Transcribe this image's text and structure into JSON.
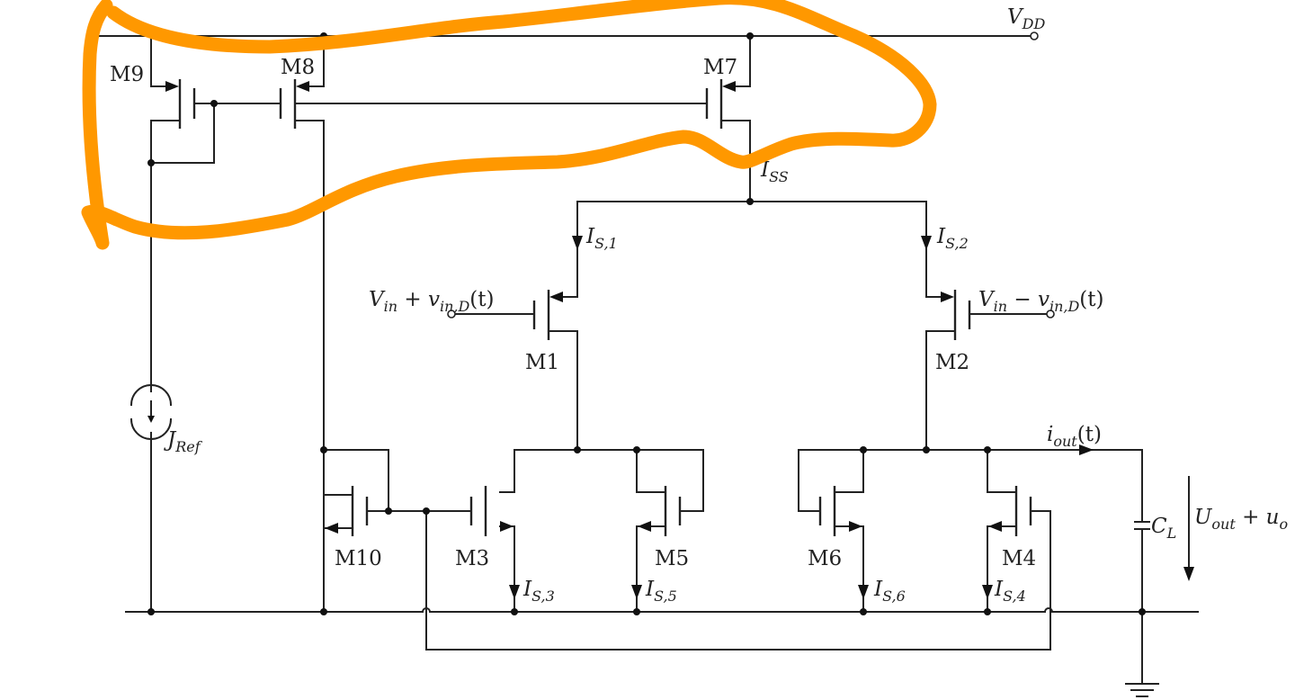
{
  "diagram": {
    "type": "circuit-schematic",
    "title": "CMOS OTA with current mirror bias",
    "supply": {
      "label": "V",
      "sub": "DD"
    },
    "transistors": [
      {
        "id": "M1",
        "label": "M1"
      },
      {
        "id": "M2",
        "label": "M2"
      },
      {
        "id": "M3",
        "label": "M3"
      },
      {
        "id": "M4",
        "label": "M4"
      },
      {
        "id": "M5",
        "label": "M5"
      },
      {
        "id": "M6",
        "label": "M6"
      },
      {
        "id": "M7",
        "label": "M7"
      },
      {
        "id": "M8",
        "label": "M8"
      },
      {
        "id": "M9",
        "label": "M9"
      },
      {
        "id": "M10",
        "label": "M10"
      }
    ],
    "currents": {
      "iss": {
        "main": "I",
        "sub": "SS"
      },
      "is1": {
        "main": "I",
        "sub": "S,1"
      },
      "is2": {
        "main": "I",
        "sub": "S,2"
      },
      "is3": {
        "main": "I",
        "sub": "S,3"
      },
      "is4": {
        "main": "I",
        "sub": "S,4"
      },
      "is5": {
        "main": "I",
        "sub": "S,5"
      },
      "is6": {
        "main": "I",
        "sub": "S,6"
      },
      "iout": {
        "main": "i",
        "sub": "out",
        "suffix": "(t)"
      }
    },
    "inputs": {
      "pos": {
        "a": "V",
        "a_sub": "in",
        "op": " + ",
        "b": "v",
        "b_sub": "in,D",
        "suffix": "(t)"
      },
      "neg": {
        "a": "V",
        "a_sub": "in",
        "op": " − ",
        "b": "v",
        "b_sub": "in,D",
        "suffix": "(t)"
      }
    },
    "source": {
      "main": "J",
      "sub": "Ref"
    },
    "load_cap": {
      "main": "C",
      "sub": "L"
    },
    "output_voltage": {
      "a": "U",
      "a_sub": "out",
      "op": " + ",
      "b": "u",
      "b_sub": "o"
    },
    "annotation": {
      "type": "freehand-highlight",
      "color": "#FF9800",
      "encloses": [
        "M7",
        "M8",
        "M9"
      ]
    }
  }
}
